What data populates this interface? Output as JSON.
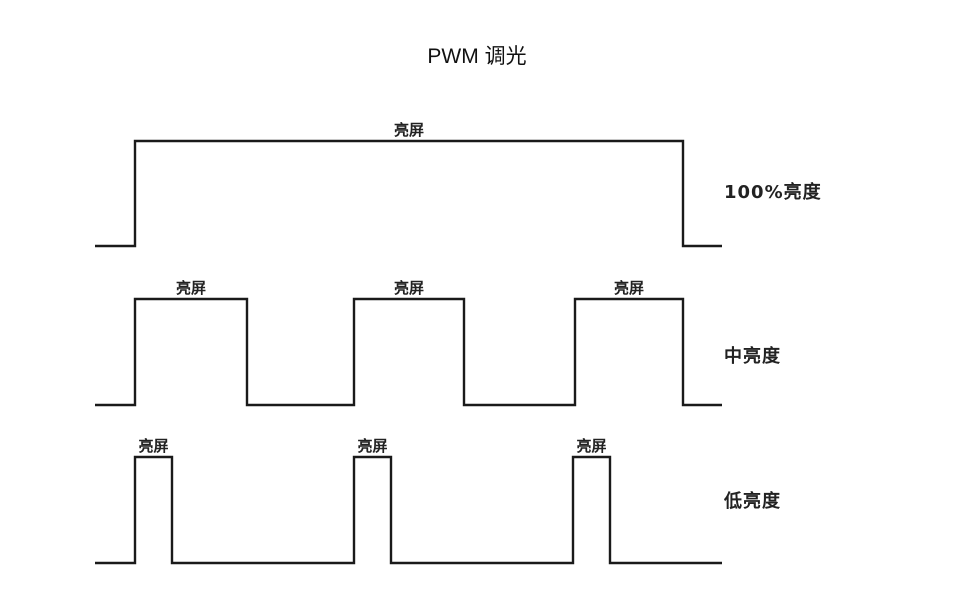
{
  "title": "PWM 调光",
  "on_label": "亮屏",
  "rows": [
    {
      "name": "100%亮度",
      "pulses": [
        [
          135,
          683
        ]
      ]
    },
    {
      "name": "中亮度",
      "pulses": [
        [
          135,
          247
        ],
        [
          354,
          464
        ],
        [
          575,
          683
        ]
      ]
    },
    {
      "name": "低亮度",
      "pulses": [
        [
          135,
          172
        ],
        [
          354,
          391
        ],
        [
          573,
          610
        ]
      ]
    }
  ]
}
